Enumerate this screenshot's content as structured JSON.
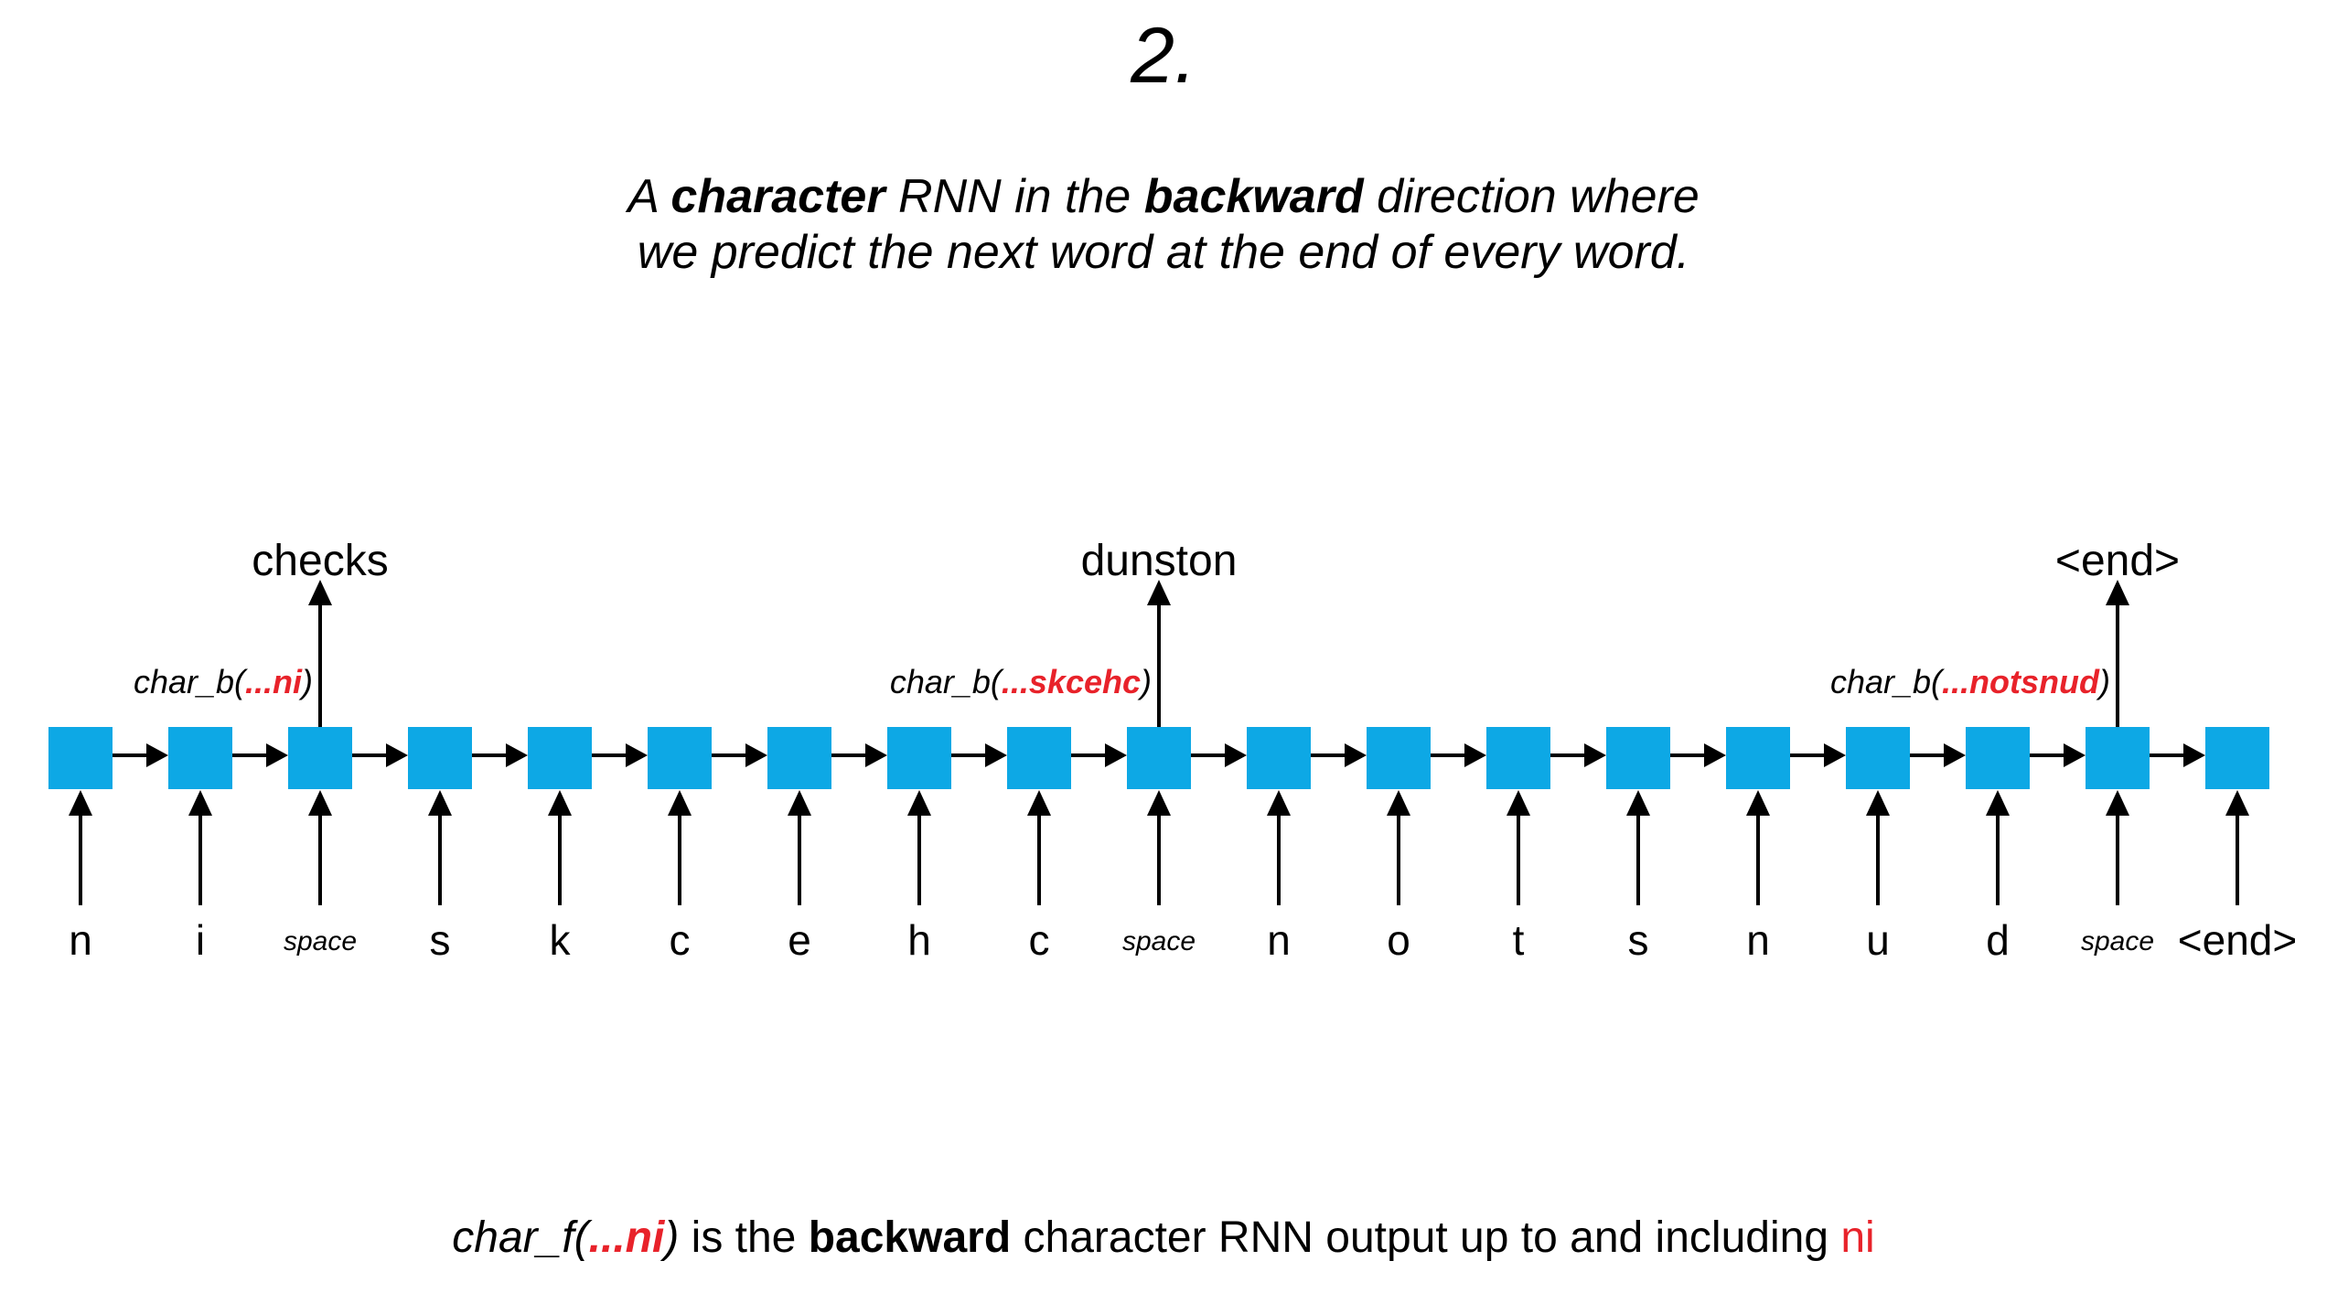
{
  "slide": {
    "number": "2.",
    "subtitle_line1_pre": "A ",
    "subtitle_line1_bold": "character",
    "subtitle_line1_mid": " RNN in the ",
    "subtitle_line1_bold2": "backward",
    "subtitle_line1_post": " direction where",
    "subtitle_line2": "we predict the next word at the end of every word."
  },
  "colors": {
    "cell_fill": "#0DA8E5",
    "highlight_red": "#E8222A",
    "text_black": "#000000",
    "background": "#FFFFFF"
  },
  "diagram": {
    "cell_count": 19,
    "inputs": [
      {
        "token": "n",
        "is_space": false,
        "is_end": false
      },
      {
        "token": "i",
        "is_space": false,
        "is_end": false
      },
      {
        "token": "space",
        "is_space": true,
        "is_end": false
      },
      {
        "token": "s",
        "is_space": false,
        "is_end": false
      },
      {
        "token": "k",
        "is_space": false,
        "is_end": false
      },
      {
        "token": "c",
        "is_space": false,
        "is_end": false
      },
      {
        "token": "e",
        "is_space": false,
        "is_end": false
      },
      {
        "token": "h",
        "is_space": false,
        "is_end": false
      },
      {
        "token": "c",
        "is_space": false,
        "is_end": false
      },
      {
        "token": "space",
        "is_space": true,
        "is_end": false
      },
      {
        "token": "n",
        "is_space": false,
        "is_end": false
      },
      {
        "token": "o",
        "is_space": false,
        "is_end": false
      },
      {
        "token": "t",
        "is_space": false,
        "is_end": false
      },
      {
        "token": "s",
        "is_space": false,
        "is_end": false
      },
      {
        "token": "n",
        "is_space": false,
        "is_end": false
      },
      {
        "token": "u",
        "is_space": false,
        "is_end": false
      },
      {
        "token": "d",
        "is_space": false,
        "is_end": false
      },
      {
        "token": "space",
        "is_space": true,
        "is_end": false
      },
      {
        "token": "<end>",
        "is_space": false,
        "is_end": true
      }
    ],
    "outputs": [
      {
        "cell_index": 2,
        "label": "checks",
        "fn_prefix": "char_b(",
        "fn_red": "...ni",
        "fn_suffix": ")"
      },
      {
        "cell_index": 9,
        "label": "dunston",
        "fn_prefix": "char_b(",
        "fn_red": "...skcehc",
        "fn_suffix": ")"
      },
      {
        "cell_index": 17,
        "label": "<end>",
        "fn_prefix": "char_b(",
        "fn_red": "...notsnud",
        "fn_suffix": ")"
      }
    ]
  },
  "caption": {
    "fn_prefix": "char_f(",
    "fn_red": "...ni",
    "fn_suffix": ")",
    "mid1": " is the ",
    "bold": "backward",
    "mid2": " character RNN output up to and including ",
    "red_tail": "ni"
  }
}
